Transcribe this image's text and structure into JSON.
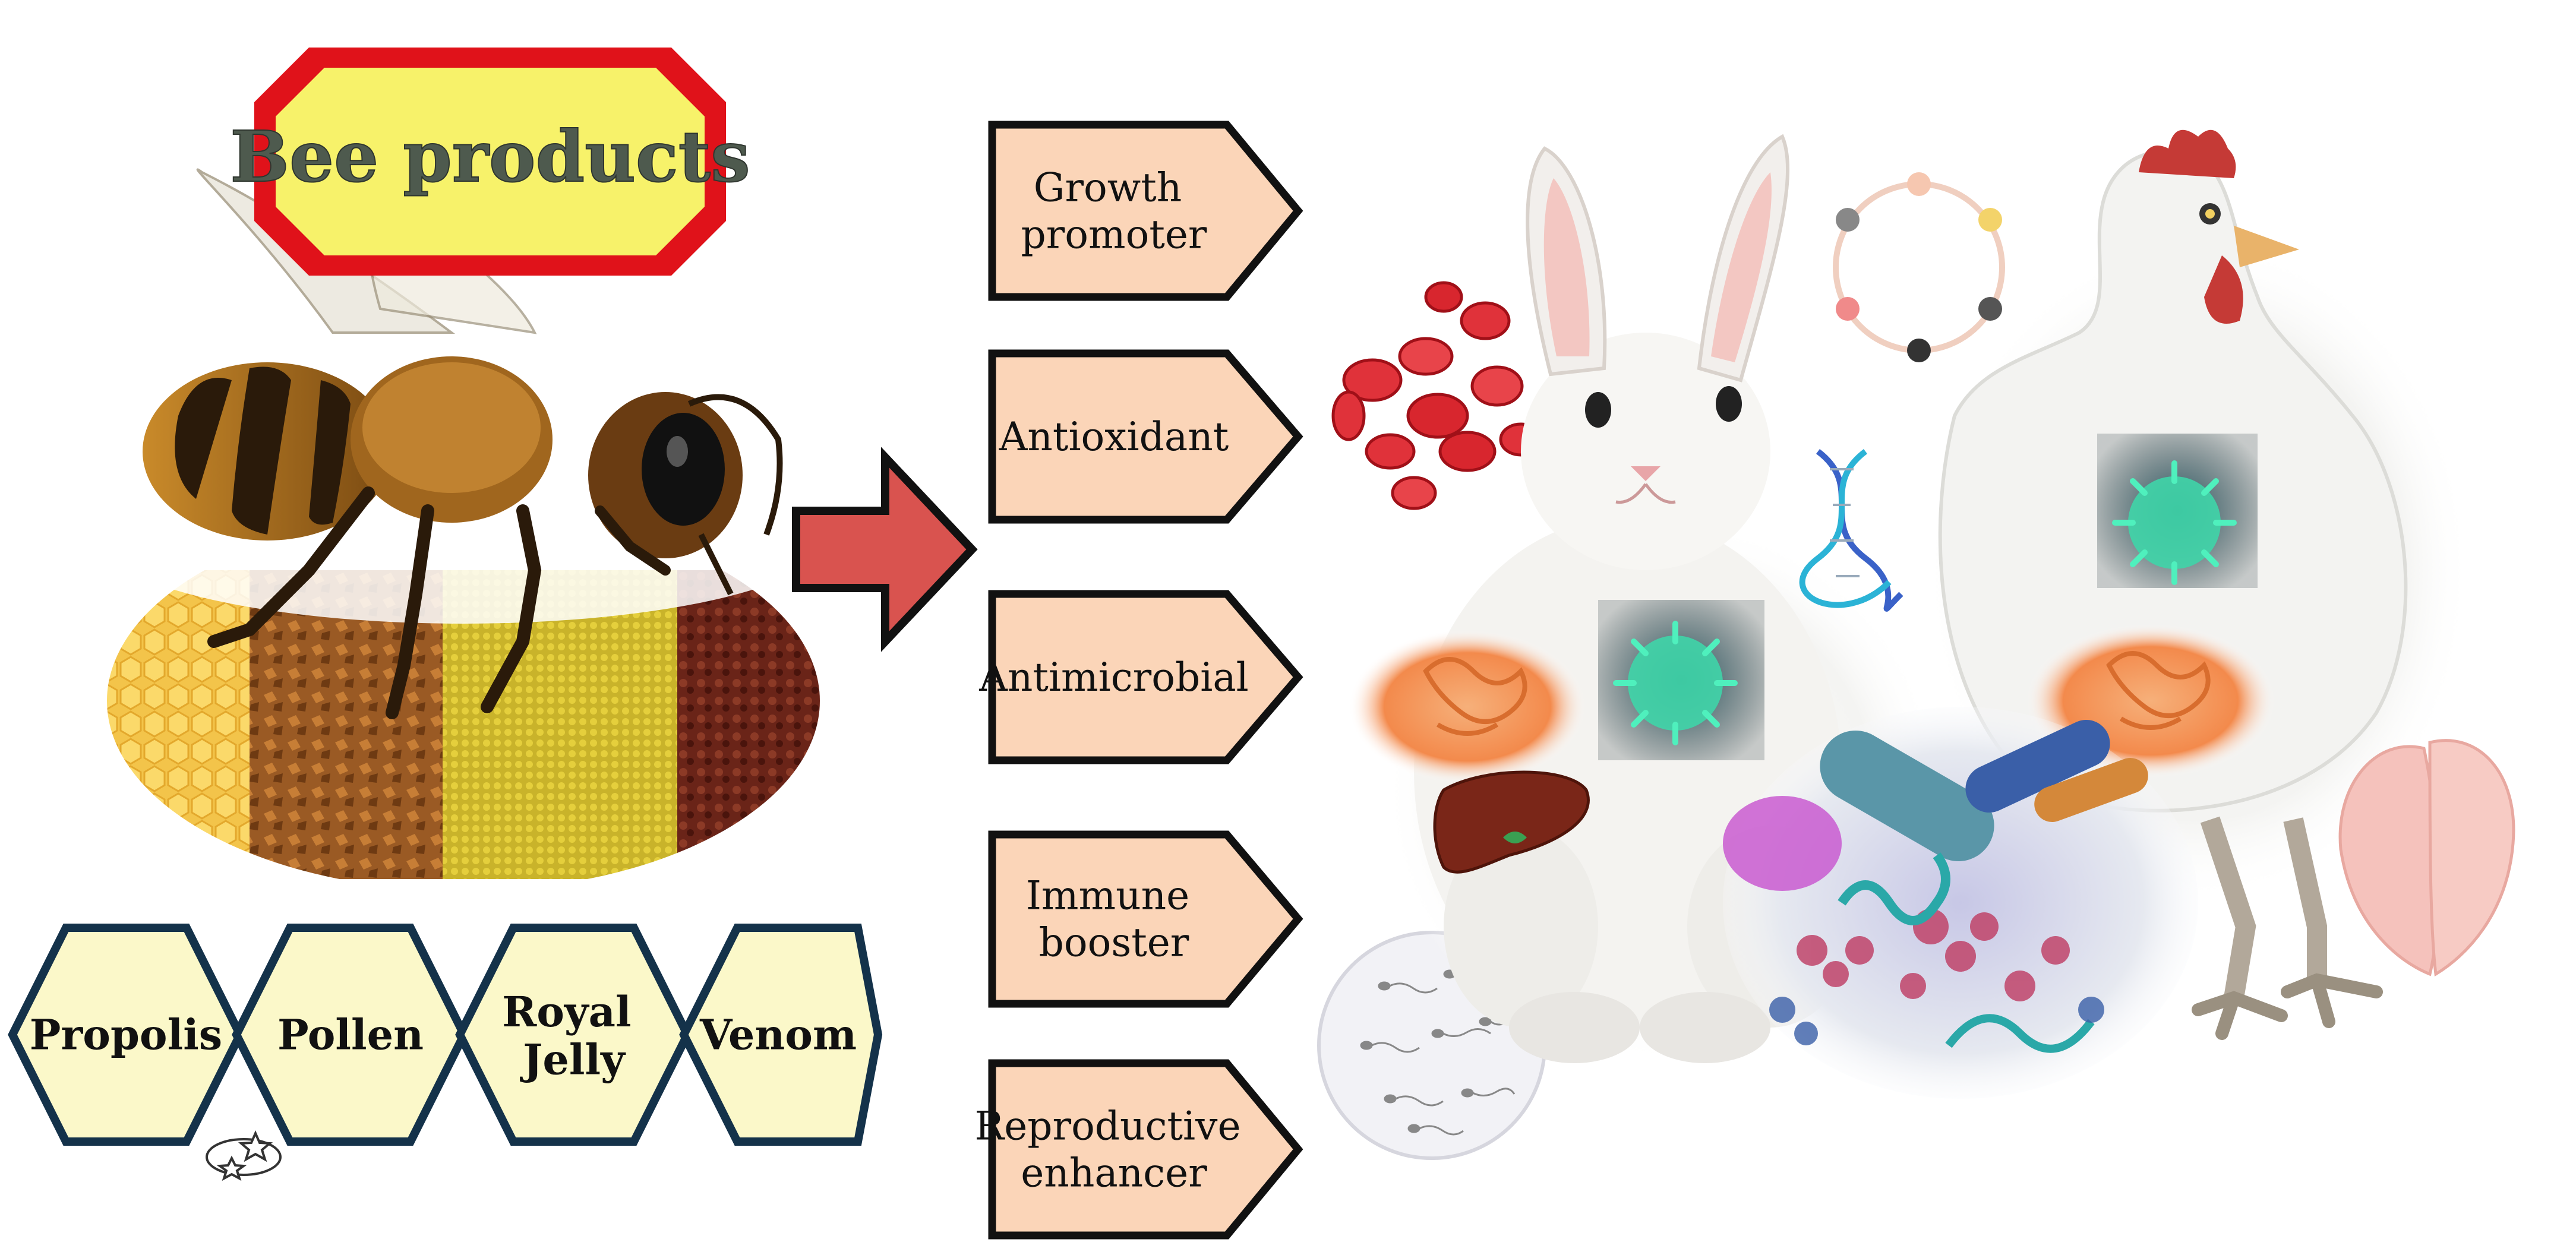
{
  "title": "Bee products",
  "products": [
    {
      "label_lines": [
        "Propolis"
      ]
    },
    {
      "label_lines": [
        "Pollen"
      ]
    },
    {
      "label_lines": [
        "Royal",
        "Jelly"
      ]
    },
    {
      "label_lines": [
        "Venom"
      ]
    }
  ],
  "effects": [
    {
      "label_lines": [
        "Growth",
        "promoter"
      ]
    },
    {
      "label_lines": [
        "Antioxidant"
      ]
    },
    {
      "label_lines": [
        "Antimicrobial"
      ]
    },
    {
      "label_lines": [
        "Immune",
        "booster"
      ]
    },
    {
      "label_lines": [
        "Reproductive",
        "enhancer"
      ]
    }
  ],
  "colors": {
    "title_fill": "#f7f26a",
    "title_border": "#e0121a",
    "title_text": "#4e5a4e",
    "hex_fill": "#fbf8c9",
    "hex_border": "#14324a",
    "pentagon_fill": "#fbd5b8",
    "pentagon_border": "#111111",
    "arrow_fill": "#d9534f",
    "arrow_border": "#111111"
  },
  "illustration_icons": [
    "honeybee-icon",
    "honeycomb-icon",
    "propolis-icon",
    "pollen-icon",
    "royal-jelly-icon",
    "rabbit-icon",
    "chicken-icon",
    "red-blood-cells-icon",
    "dna-icon",
    "virus-icon",
    "intestine-icon",
    "liver-icon",
    "bacteria-icon",
    "sperm-cells-icon",
    "chicken-breast-meat-icon"
  ]
}
